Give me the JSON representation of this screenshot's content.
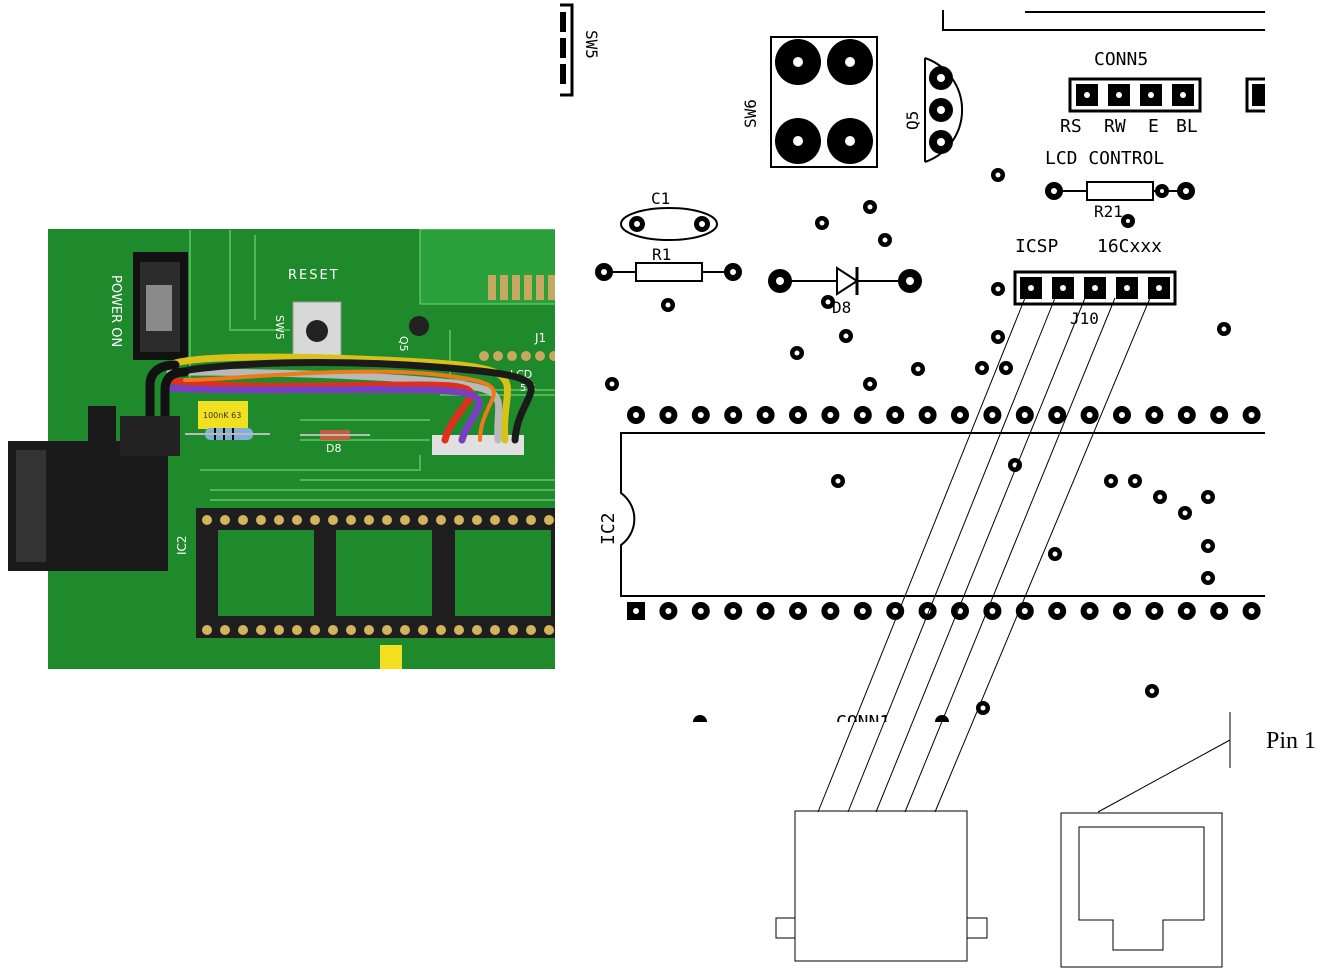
{
  "photo": {
    "power_label": "POWER ON",
    "reset_label": "RESET",
    "sw_label": "SW5",
    "cap_label": "100nK 63",
    "diode_label": "D8",
    "q_label": "Q5",
    "j_label": "J1",
    "lcd_label": "LCD",
    "lcd_nums": "5 4",
    "ic_label": "IC2"
  },
  "layout": {
    "power_on_label": "POWER ON",
    "sw5_label": "SW5",
    "sw6_label": "SW6",
    "q5_label": "Q5",
    "conn5_label": "CONN5",
    "conn5_pins": [
      "RS",
      "RW",
      "E",
      "BL"
    ],
    "lcd_control_label": "LCD CONTROL",
    "r21_label": "R21",
    "c1_label": "C1",
    "r1_label": "R1",
    "d8_label": "D8",
    "icsp_label": "ICSP",
    "icsp_part": "16Cxxx",
    "j10_label": "J10",
    "ic2_label": "IC2",
    "conn1_label": "CONN1"
  },
  "connector": {
    "pin1_label": "Pin 1"
  },
  "colors": {
    "pcb_green": "#1f8a2c",
    "wire_yellow": "#d8c21a",
    "wire_red": "#e0301c",
    "wire_purple": "#7a3fbf",
    "wire_orange": "#f07a1a"
  }
}
